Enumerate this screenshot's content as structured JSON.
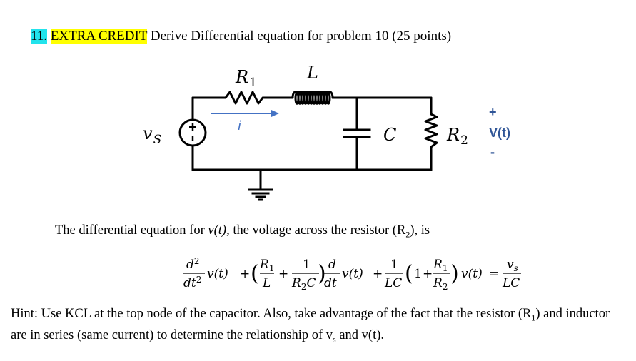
{
  "heading": {
    "number": "11.",
    "extra_credit": "EXTRA CREDIT",
    "rest": " Derive Differential equation for problem 10 (25 points)"
  },
  "circuit": {
    "labels": {
      "r1": "R",
      "r1_sub": "1",
      "l": "L",
      "i": "i",
      "vs": "v",
      "vs_sub": "S",
      "c": "C",
      "r2": "R",
      "r2_sub": "2",
      "plus": "+",
      "vt": "V(t)",
      "minus": "-"
    },
    "colors": {
      "wire": "#000000",
      "arrow": "#4472c4",
      "polarity": "#2f5597"
    }
  },
  "intro": {
    "part1": "The differential equation for ",
    "vt": "v(t)",
    "part2": ", the voltage across the resistor (R",
    "sub": "2",
    "part3": "), is"
  },
  "equation": {
    "d": "d",
    "sq": "2",
    "dt": "dt",
    "vt": "v(t)",
    "plus": "+",
    "r": "R",
    "one_sub": "1",
    "two_sub": "2",
    "l": "L",
    "one": "1",
    "c": "C",
    "lc": "LC",
    "eq": "=",
    "v": "v",
    "s": "s",
    "lparen": "(",
    "rparen": ")"
  },
  "hint": {
    "part1": "Hint: Use KCL at the top node of the capacitor. Also, take advantage of the fact that the resistor (R",
    "sub1": "1",
    "part2": ") and inductor are in series (same current) to determine the relationship of v",
    "sub_s": "s",
    "part3": " and v(t)."
  }
}
